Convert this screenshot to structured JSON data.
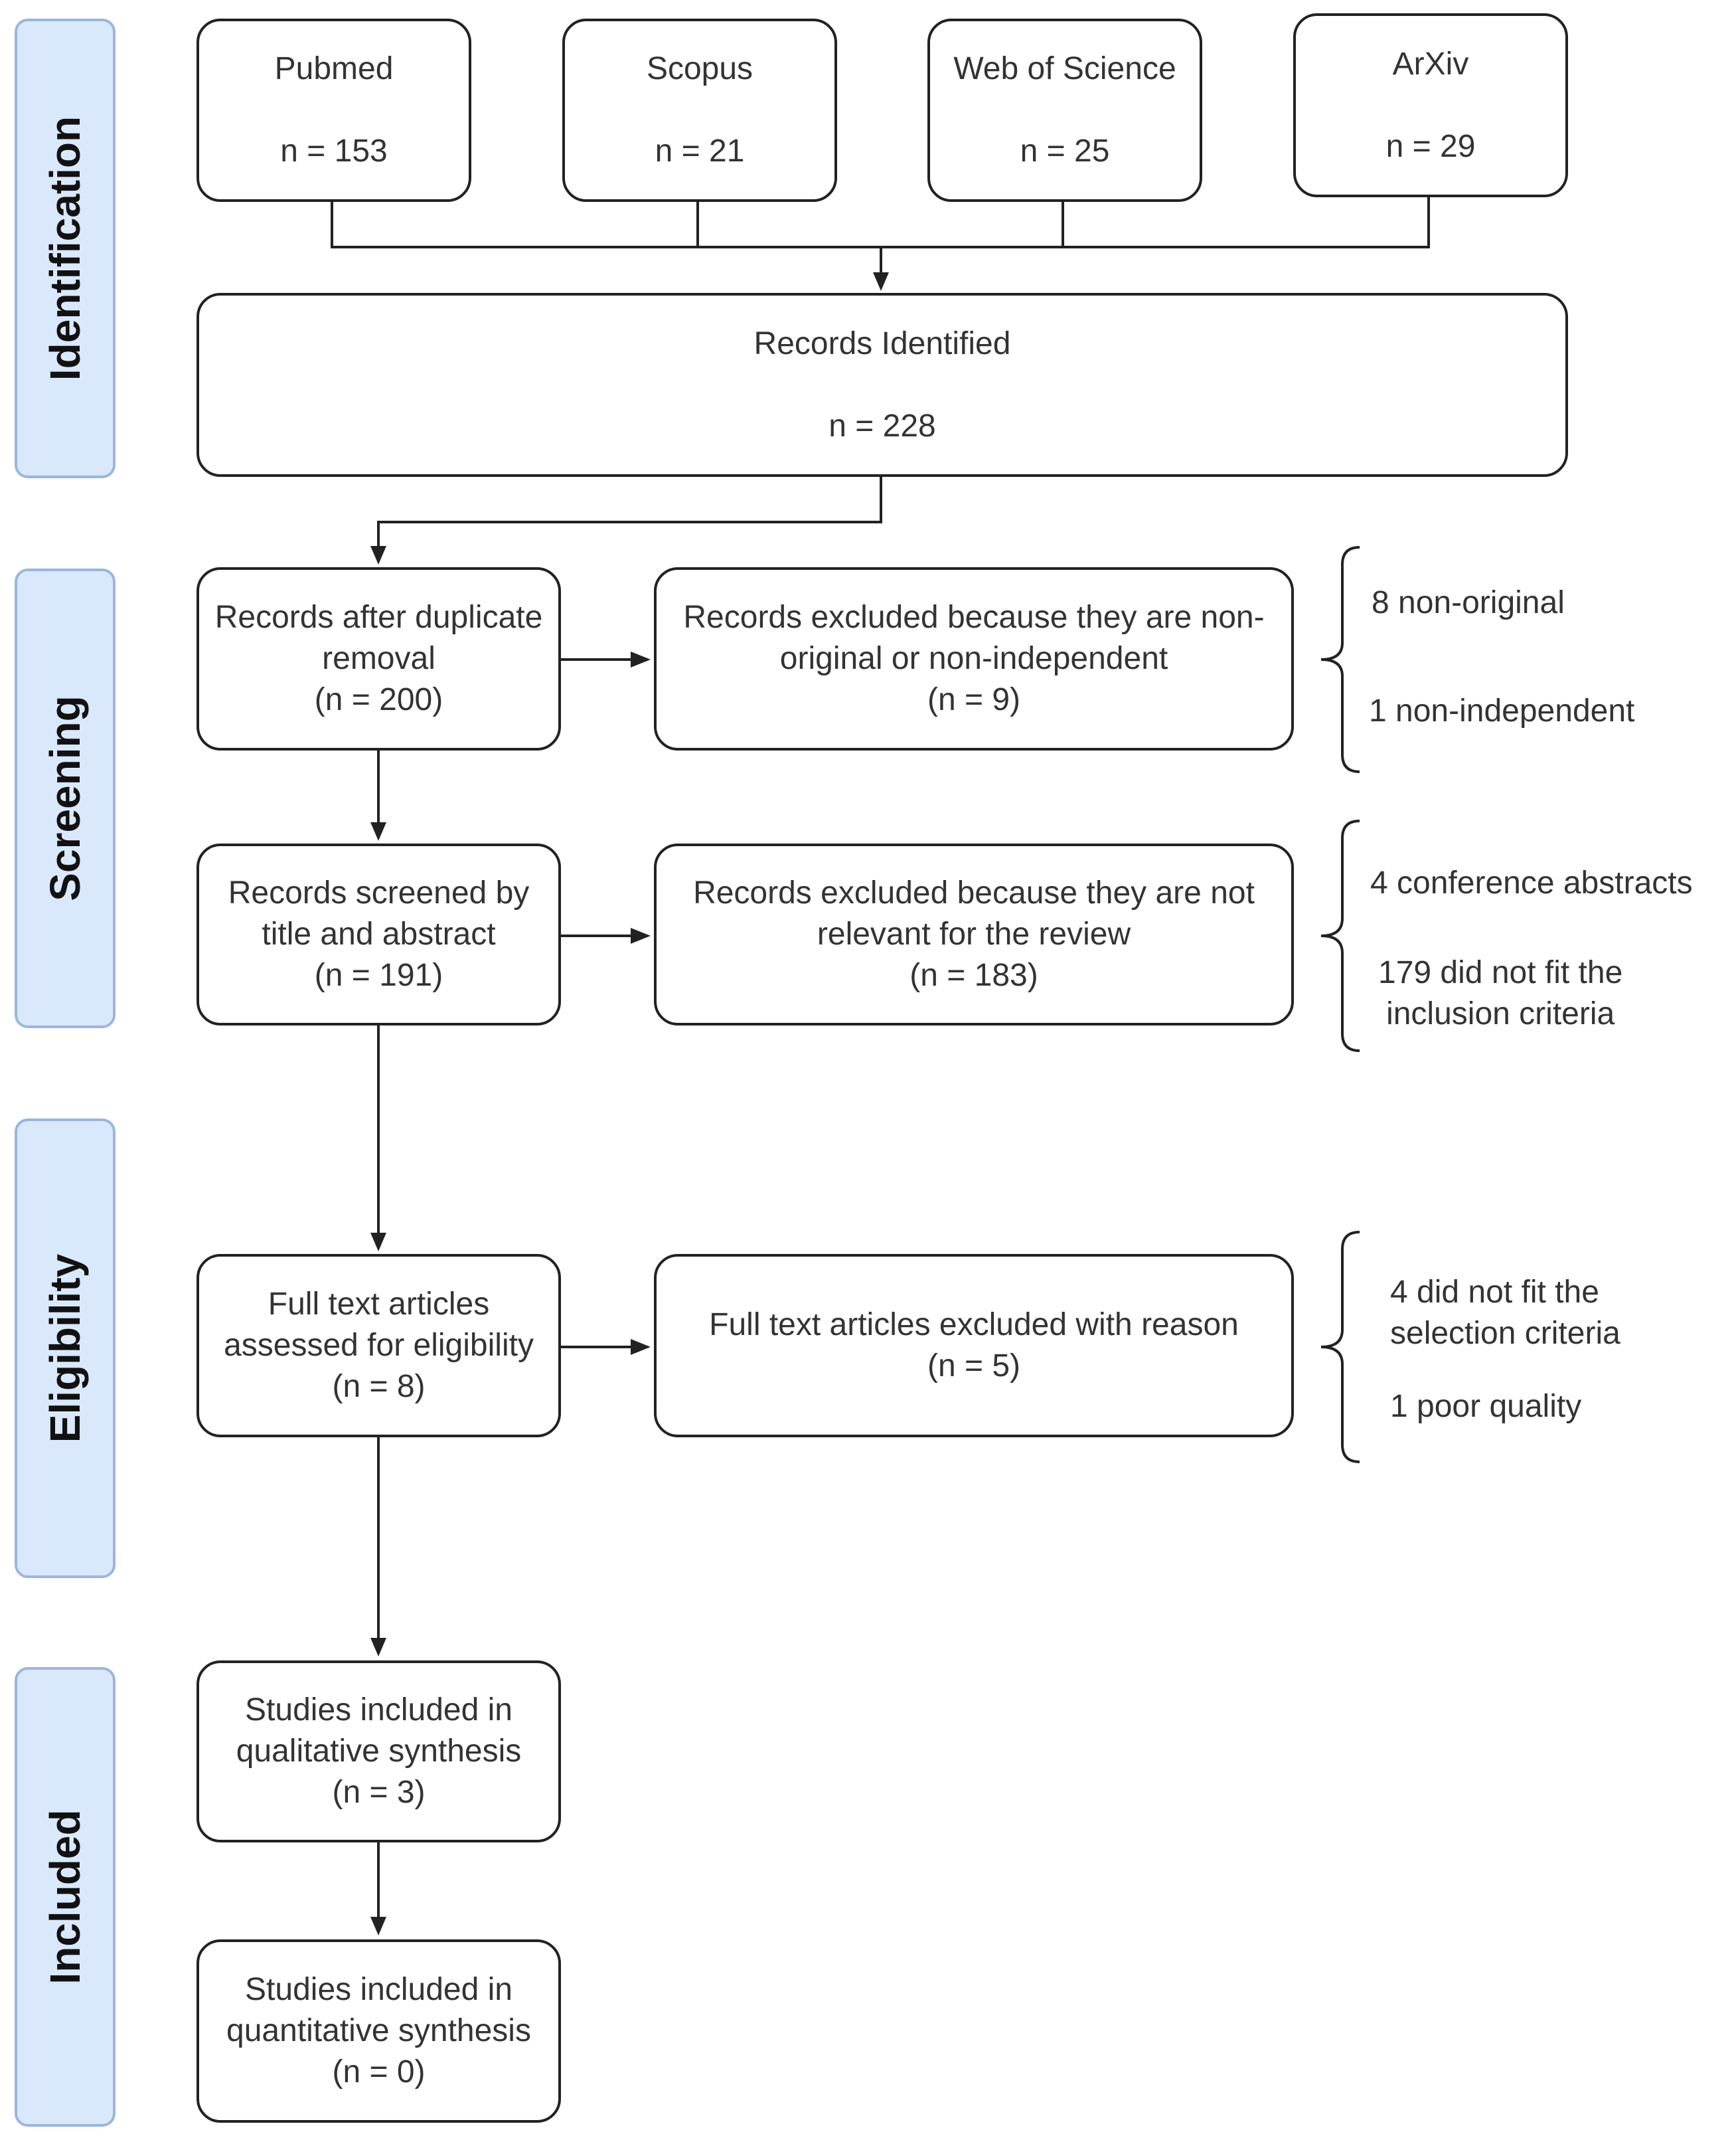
{
  "phases": {
    "identification": "Identification",
    "screening": "Screening",
    "eligibility": "Eligibility",
    "included": "Included"
  },
  "sources": {
    "pubmed": {
      "name": "Pubmed",
      "count": "n = 153"
    },
    "scopus": {
      "name": "Scopus",
      "count": "n = 21"
    },
    "wos": {
      "name": "Web of Science",
      "count": "n = 25"
    },
    "arxiv": {
      "name": "ArXiv",
      "count": "n = 29"
    }
  },
  "identified": {
    "label": "Records Identified",
    "count": "n = 228"
  },
  "dedup": {
    "line1": "Records after duplicate",
    "line2": "removal",
    "count": "(n = 200)"
  },
  "excluded1": {
    "line1": "Records excluded because they are non-",
    "line2": "original or non-independent",
    "count": "(n = 9)"
  },
  "notes1": {
    "a": "8 non-original",
    "b": "1 non-independent"
  },
  "screened": {
    "line1": "Records screened by",
    "line2": "title and abstract",
    "count": "(n = 191)"
  },
  "excluded2": {
    "line1": "Records excluded because they are not",
    "line2": "relevant for the review",
    "count": "(n = 183)"
  },
  "notes2": {
    "a": "4 conference abstracts",
    "b1": "179 did not fit the",
    "b2": "inclusion criteria"
  },
  "fulltext": {
    "line1": "Full text articles",
    "line2": "assessed for eligibility",
    "count": "(n = 8)"
  },
  "excluded3": {
    "line1": "Full text articles excluded with reason",
    "count": "(n = 5)"
  },
  "notes3": {
    "a1": "4 did not fit the",
    "a2": "selection criteria",
    "b": "1 poor quality"
  },
  "qualitative": {
    "line1": "Studies included in",
    "line2": "qualitative synthesis",
    "count": "(n = 3)"
  },
  "quantitative": {
    "line1": "Studies included in",
    "line2": "quantitative synthesis",
    "count": "(n = 0)"
  },
  "colors": {
    "phase_fill": "#dae8fc",
    "phase_border": "#9ab6dd",
    "stroke": "#222222"
  }
}
